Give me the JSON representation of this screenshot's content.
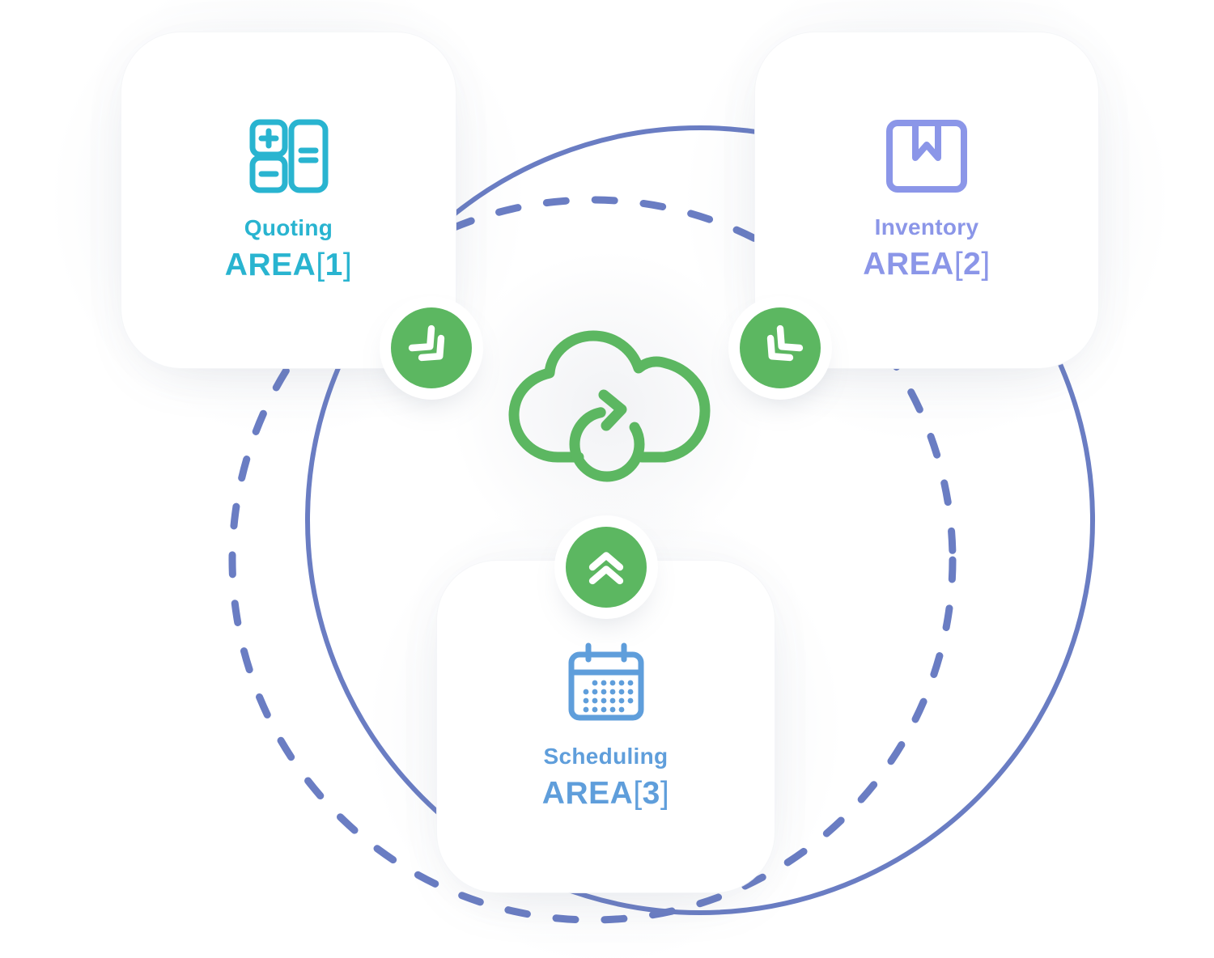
{
  "diagram_title": "three-area cloud sync diagram",
  "colors": {
    "teal": "#29b4d0",
    "periwinkle": "#8b96e8",
    "blue": "#5f9edb",
    "green": "#5cb761",
    "ring_blue": "#6a7dc3",
    "card_bg": "#ffffff",
    "chevron_white": "#ffffff"
  },
  "cards": [
    {
      "id": "quoting",
      "label": "Quoting",
      "area_prefix": "AREA",
      "bracket_open": "[",
      "area_number": "1",
      "bracket_close": "]",
      "icon": "calculator-icon",
      "accent": "#29b4d0"
    },
    {
      "id": "inventory",
      "label": "Inventory",
      "area_prefix": "AREA",
      "bracket_open": "[",
      "area_number": "2",
      "bracket_close": "]",
      "icon": "package-icon",
      "accent": "#8b96e8"
    },
    {
      "id": "scheduling",
      "label": "Scheduling",
      "area_prefix": "AREA",
      "bracket_open": "[",
      "area_number": "3",
      "bracket_close": "]",
      "icon": "calendar-icon",
      "accent": "#5f9edb"
    }
  ],
  "center": {
    "icon": "cloud-sync-icon"
  },
  "connectors": [
    {
      "id": "from-quoting",
      "icon": "double-chevron-down-right-icon"
    },
    {
      "id": "from-inventory",
      "icon": "double-chevron-down-left-icon"
    },
    {
      "id": "from-scheduling",
      "icon": "double-chevron-up-icon"
    }
  ]
}
